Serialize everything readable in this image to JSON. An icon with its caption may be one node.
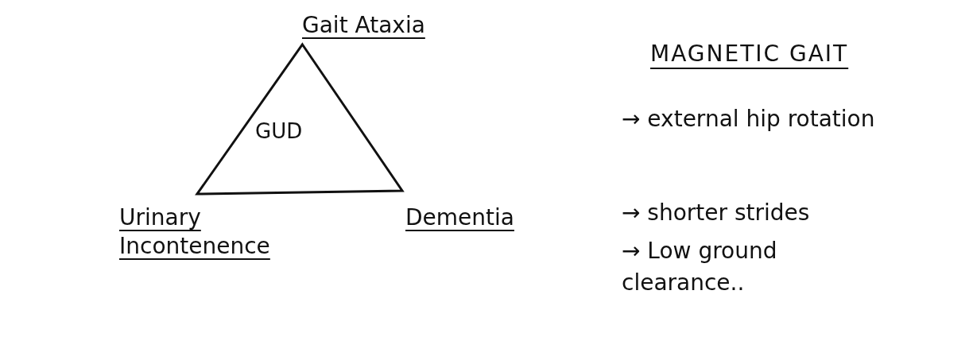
{
  "diagram": {
    "nodes": [
      {
        "text": [
          "GUD"
        ],
        "beside": [
          "Gait Ataxia",
          "Urinary Incontenence",
          "Dementia"
        ]
      }
    ],
    "edges": [],
    "labels": [
      "MAGNETIC GAIT",
      "→ external hip rotation",
      "→ shorter strides",
      "→ Low ground clearance.."
    ]
  }
}
